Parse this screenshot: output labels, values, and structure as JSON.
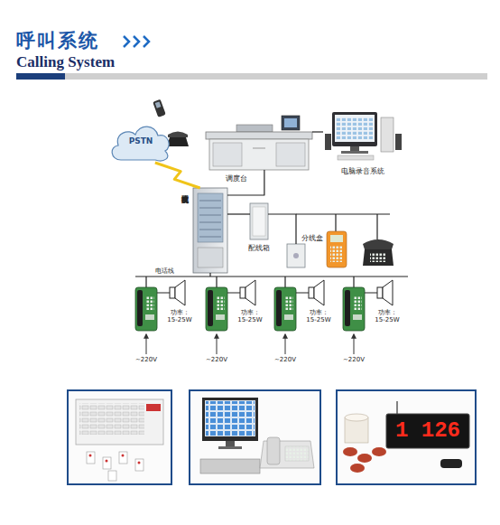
{
  "diagram": {
    "title": "呼叫系统",
    "nodes": [
      {
        "text": [
          "PSTN"
        ]
      },
      {
        "text": [
          "调度台"
        ]
      },
      {
        "text": [
          "电脑录音系统"
        ]
      },
      {
        "text": [
          "程控调度机或交换机"
        ]
      },
      {
        "text": [
          "配线箱"
        ]
      },
      {
        "text": [
          "分线盒"
        ]
      }
    ],
    "edges": [
      {
        "from": 0,
        "to": 3,
        "arrow": "none"
      },
      {
        "from": 1,
        "to": 2,
        "arrow": "none"
      },
      {
        "from": 1,
        "to": 3,
        "arrow": "none"
      },
      {
        "from": 3,
        "to": 4,
        "arrow": "none"
      },
      {
        "from": 4,
        "to": 5,
        "arrow": "none"
      }
    ],
    "labels": [
      "Calling System",
      "电话线",
      "功率： 15-25W",
      "功率： 15-25W",
      "功率： 15-25W",
      "功率： 15-25W",
      "~220V",
      "~220V",
      "~220V",
      "~220V",
      "1 126"
    ]
  }
}
